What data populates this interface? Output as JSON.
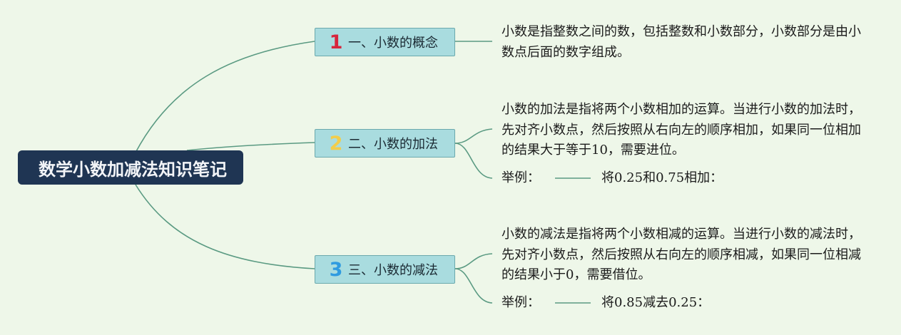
{
  "root": {
    "title": "数学小数加减法知识笔记"
  },
  "colors": {
    "background": "#eef7e9",
    "root_fill": "#1f3553",
    "topic_fill": "#a9dcdf",
    "link": "#5a9a82",
    "marker_1": "#d7263d",
    "marker_2": "#f2cd4b",
    "marker_3": "#2f9be0"
  },
  "topics": [
    {
      "marker": "1",
      "label": "一、小数的概念",
      "description": "小数是指整数之间的数，包括整数和小数部分，小数部分是由小数点后面的数字组成。"
    },
    {
      "marker": "2",
      "label": "二、小数的加法",
      "description": "小数的加法是指将两个小数相加的运算。当进行小数的加法时，先对齐小数点，然后按照从右向左的顺序相加，如果同一位相加的结果大于等于10，需要进位。",
      "example_label": "举例：",
      "example_value": "将0.25和0.75相加："
    },
    {
      "marker": "3",
      "label": "三、小数的减法",
      "description": "小数的减法是指将两个小数相减的运算。当进行小数的减法时，先对齐小数点，然后按照从右向左的顺序相减，如果同一位相减的结果小于0，需要借位。",
      "example_label": "举例：",
      "example_value": "将0.85减去0.25："
    }
  ]
}
